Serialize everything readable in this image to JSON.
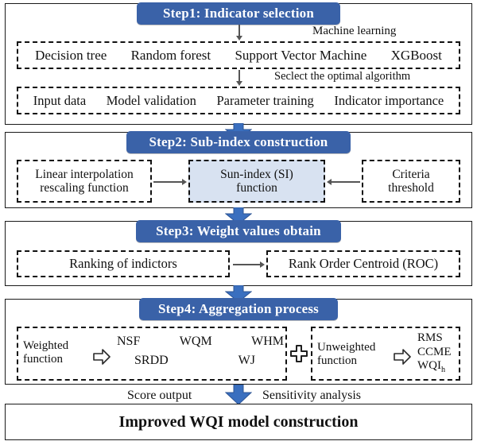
{
  "diagram": {
    "title": "Improved WQI model construction flowchart",
    "accent_blue": "#3a62a8",
    "light_blue": "#d8e2f1",
    "steps": [
      {
        "id": "step1",
        "banner": "Step1: Indicator selection",
        "note_top": "Machine learning",
        "note_mid": "Seclect the optimal algorithm",
        "row1": [
          "Decision tree",
          "Random forest",
          "Support Vector Machine",
          "XGBoost"
        ],
        "row2": [
          "Input data",
          "Model validation",
          "Parameter training",
          "Indicator importance"
        ]
      },
      {
        "id": "step2",
        "banner": "Step2: Sub-index construction",
        "left_box": [
          "Linear interpolation",
          "rescaling function"
        ],
        "center_box": [
          "Sun-index (SI)",
          "function"
        ],
        "right_box": [
          "Criteria",
          "threshold"
        ]
      },
      {
        "id": "step3",
        "banner": "Step3: Weight values obtain",
        "left_box": "Ranking of indictors",
        "right_box": "Rank Order Centroid (ROC)"
      },
      {
        "id": "step4",
        "banner": "Step4: Aggregation process",
        "weighted_label": [
          "Weighted",
          "function"
        ],
        "weighted_row1": [
          "NSF",
          "WQM",
          "WHM"
        ],
        "weighted_row2": [
          "SRDD",
          "WJ"
        ],
        "plus": "+",
        "unweighted_label": [
          "Unweighted",
          "function"
        ],
        "unweighted_items": [
          "RMS",
          "CCME",
          "WQI"
        ],
        "unweighted_subscript": "h"
      }
    ],
    "footer": {
      "left_label": "Score output",
      "right_label": "Sensitivity analysis",
      "result": "Improved WQI model construction"
    },
    "icons": {
      "down_arrow": "blue-down-arrow",
      "thin_down_arrow": "thin-down-arrow",
      "thin_right_arrow": "thin-right-arrow",
      "thin_left_arrow": "thin-left-arrow",
      "hollow_right_arrow": "hollow-right-arrow",
      "plus": "plus-icon"
    }
  }
}
